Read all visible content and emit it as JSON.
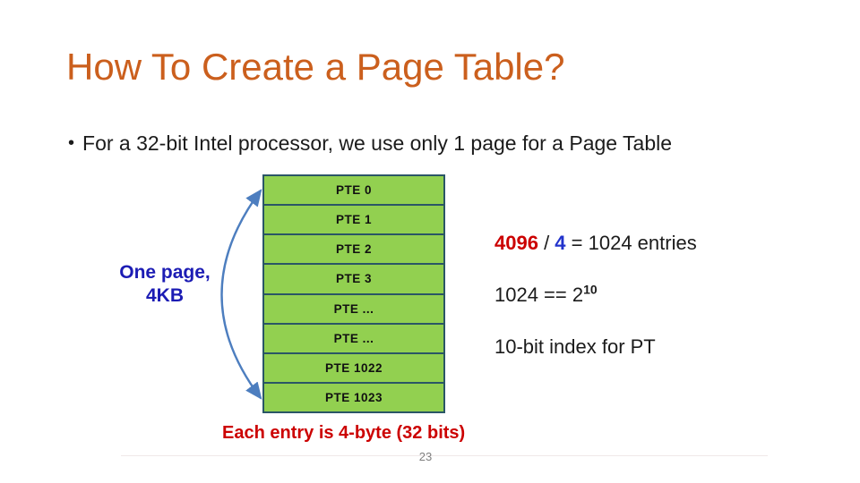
{
  "slide": {
    "title": "How To Create a Page Table?",
    "bullet_glyph": "•",
    "bullet_text": "For a 32-bit Intel processor, we use only 1 page for a Page Table",
    "page_number": "23"
  },
  "page_table": {
    "rows": [
      "PTE 0",
      "PTE 1",
      "PTE 2",
      "PTE 3",
      "PTE ...",
      "PTE ...",
      "PTE 1022",
      "PTE 1023"
    ],
    "fill_color": "#92d050",
    "border_color": "#2a5666"
  },
  "annotations": {
    "left_label_line1": "One page,",
    "left_label_line2": "4KB",
    "equation": {
      "dividend": "4096",
      "separator": " / ",
      "divisor": "4",
      "result": " = 1024 entries"
    },
    "power": {
      "base": "1024 == 2",
      "exponent": "10"
    },
    "index_note": "10-bit index for PT",
    "entry_note": "Each entry is 4-byte (32 bits)",
    "colors": {
      "title_orange": "#cb5f1d",
      "emphasis_red": "#cc0000",
      "emphasis_blue": "#2233cc",
      "label_blue": "#1c1cb4",
      "arrow_blue": "#4d7ebf"
    }
  }
}
